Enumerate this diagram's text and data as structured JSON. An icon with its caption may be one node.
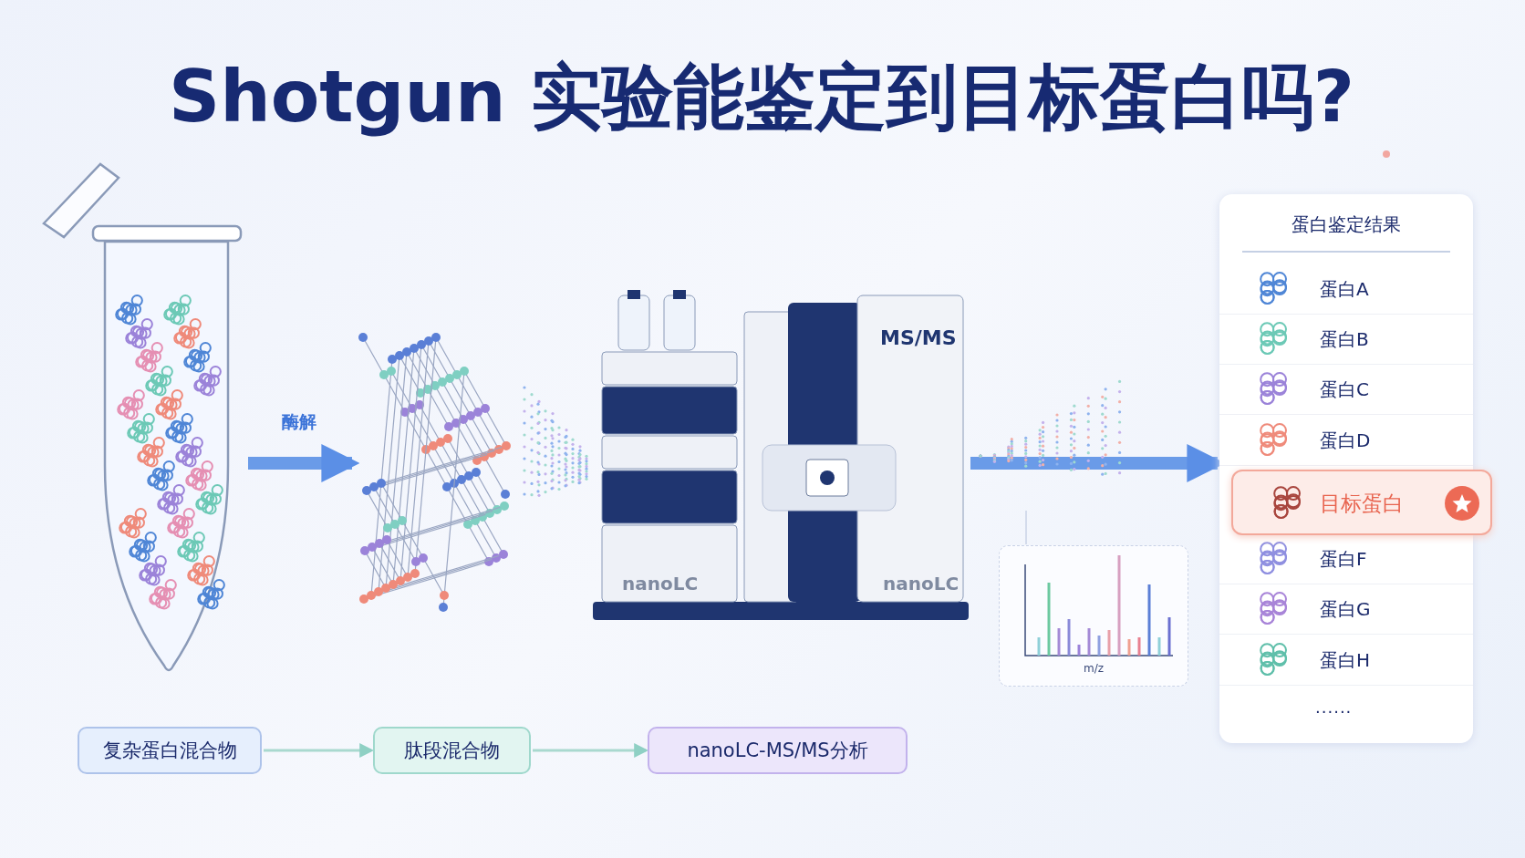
{
  "diagram": {
    "title": "Shotgun 实验能鉴定到目标蛋白吗?",
    "nodes": [
      {
        "text": [],
        "shape": "picture"
      },
      {
        "text": [],
        "shape": "picture"
      },
      {
        "text": [
          "MS/MS",
          "nanoLC",
          "nanoLC"
        ]
      },
      {
        "text": [
          "m/z"
        ]
      },
      {
        "text": [
          "蛋白鉴定结果"
        ]
      },
      {
        "text": [
          "蛋白A"
        ],
        "in": 4
      },
      {
        "text": [
          "蛋白B"
        ],
        "in": 4
      },
      {
        "text": [
          "蛋白C"
        ],
        "in": 4
      },
      {
        "text": [
          "蛋白D"
        ],
        "in": 4
      },
      {
        "text": [
          "目标蛋白"
        ],
        "in": 4
      },
      {
        "text": [
          "蛋白F"
        ],
        "in": 4
      },
      {
        "text": [
          "蛋白G"
        ],
        "in": 4
      },
      {
        "text": [
          "蛋白H"
        ],
        "in": 4
      },
      {
        "text": [
          "复杂蛋白混合物"
        ]
      },
      {
        "text": [
          "肽段混合物"
        ]
      },
      {
        "text": [
          "nanoLC-MS/MS分析"
        ]
      }
    ],
    "edges": [
      {
        "from": 0,
        "to": 1,
        "arrow": "to",
        "label": "酶解",
        "style": "thick"
      },
      {
        "from": 2,
        "to": 4,
        "arrow": "to",
        "style": "thick"
      },
      {
        "from": 13,
        "to": 14,
        "arrow": "to"
      },
      {
        "from": 14,
        "to": 15,
        "arrow": "to"
      }
    ],
    "labels": [
      "......"
    ]
  }
}
